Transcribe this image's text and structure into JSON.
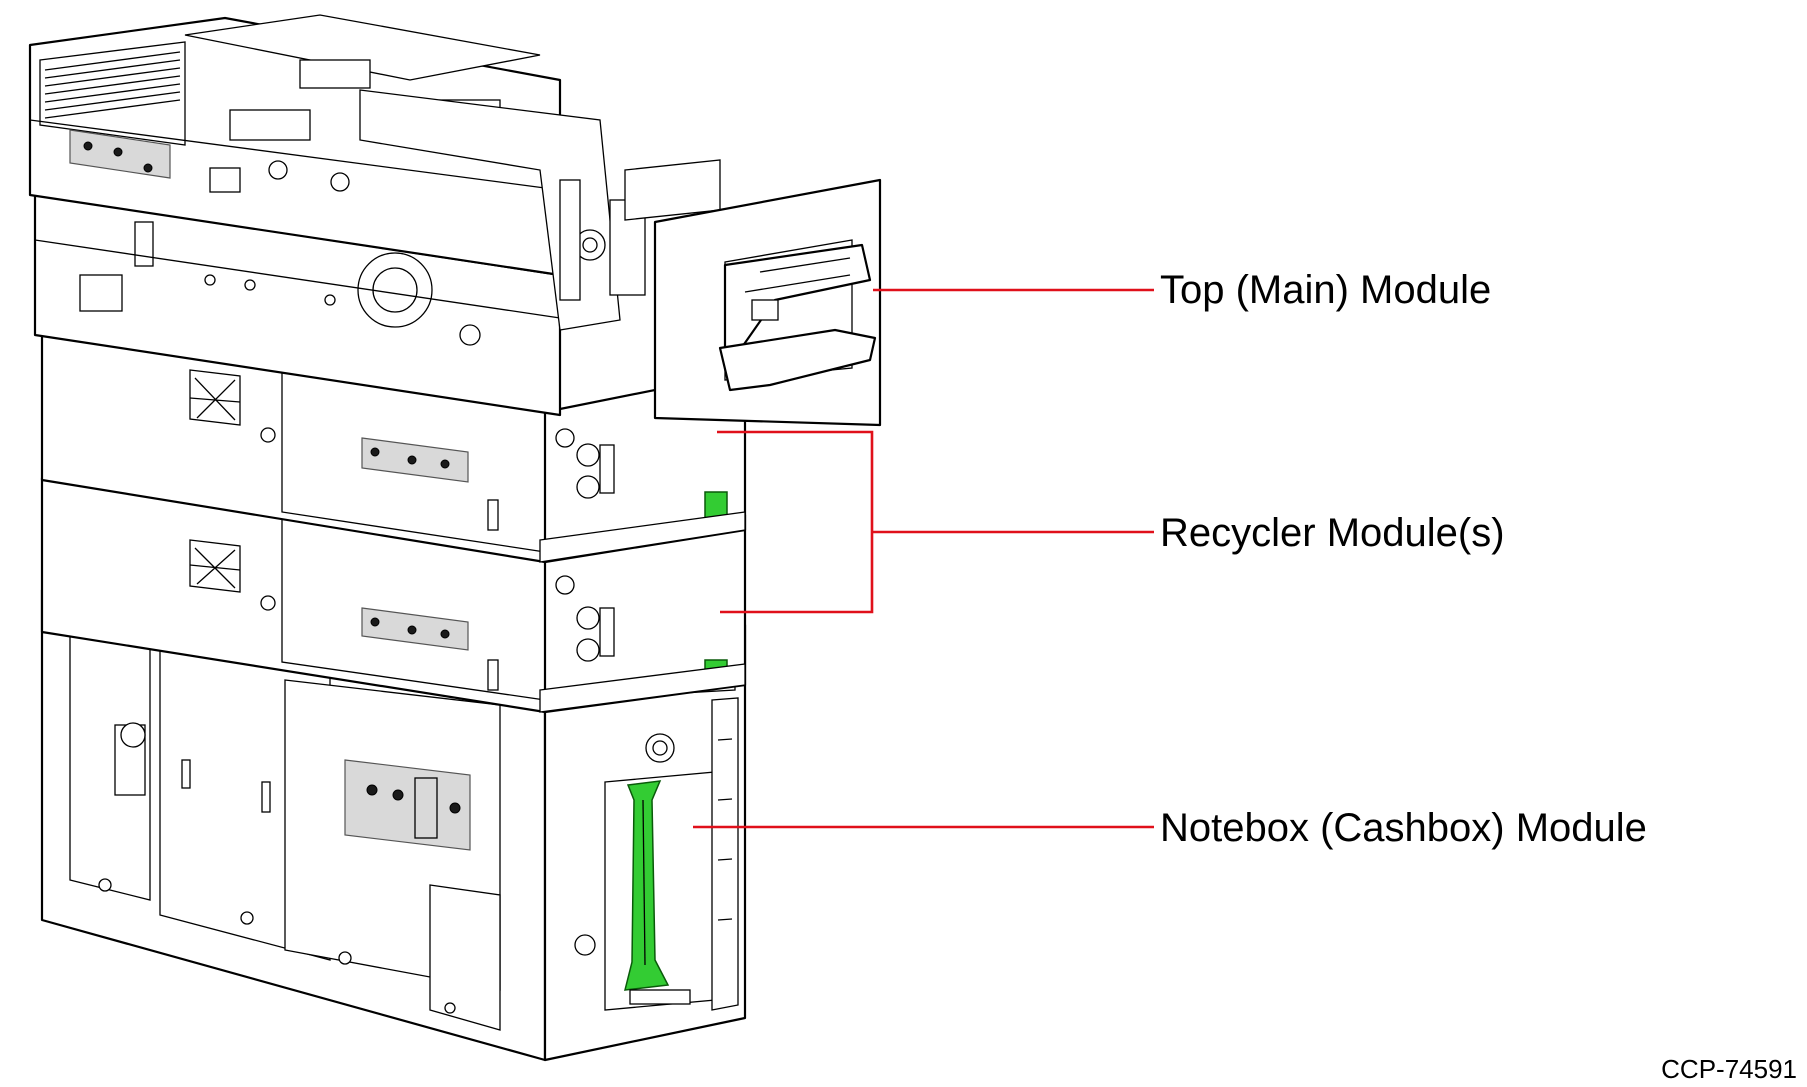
{
  "callouts": {
    "top_module": "Top (Main) Module",
    "recycler_module": "Recycler Module(s)",
    "notebox_module": "Notebox (Cashbox) Module"
  },
  "figure_id": "CCP-74591",
  "colors": {
    "leader_line": "#e0101a",
    "highlight_part": "#33cc33",
    "line_art": "#000000",
    "background": "#ffffff"
  }
}
